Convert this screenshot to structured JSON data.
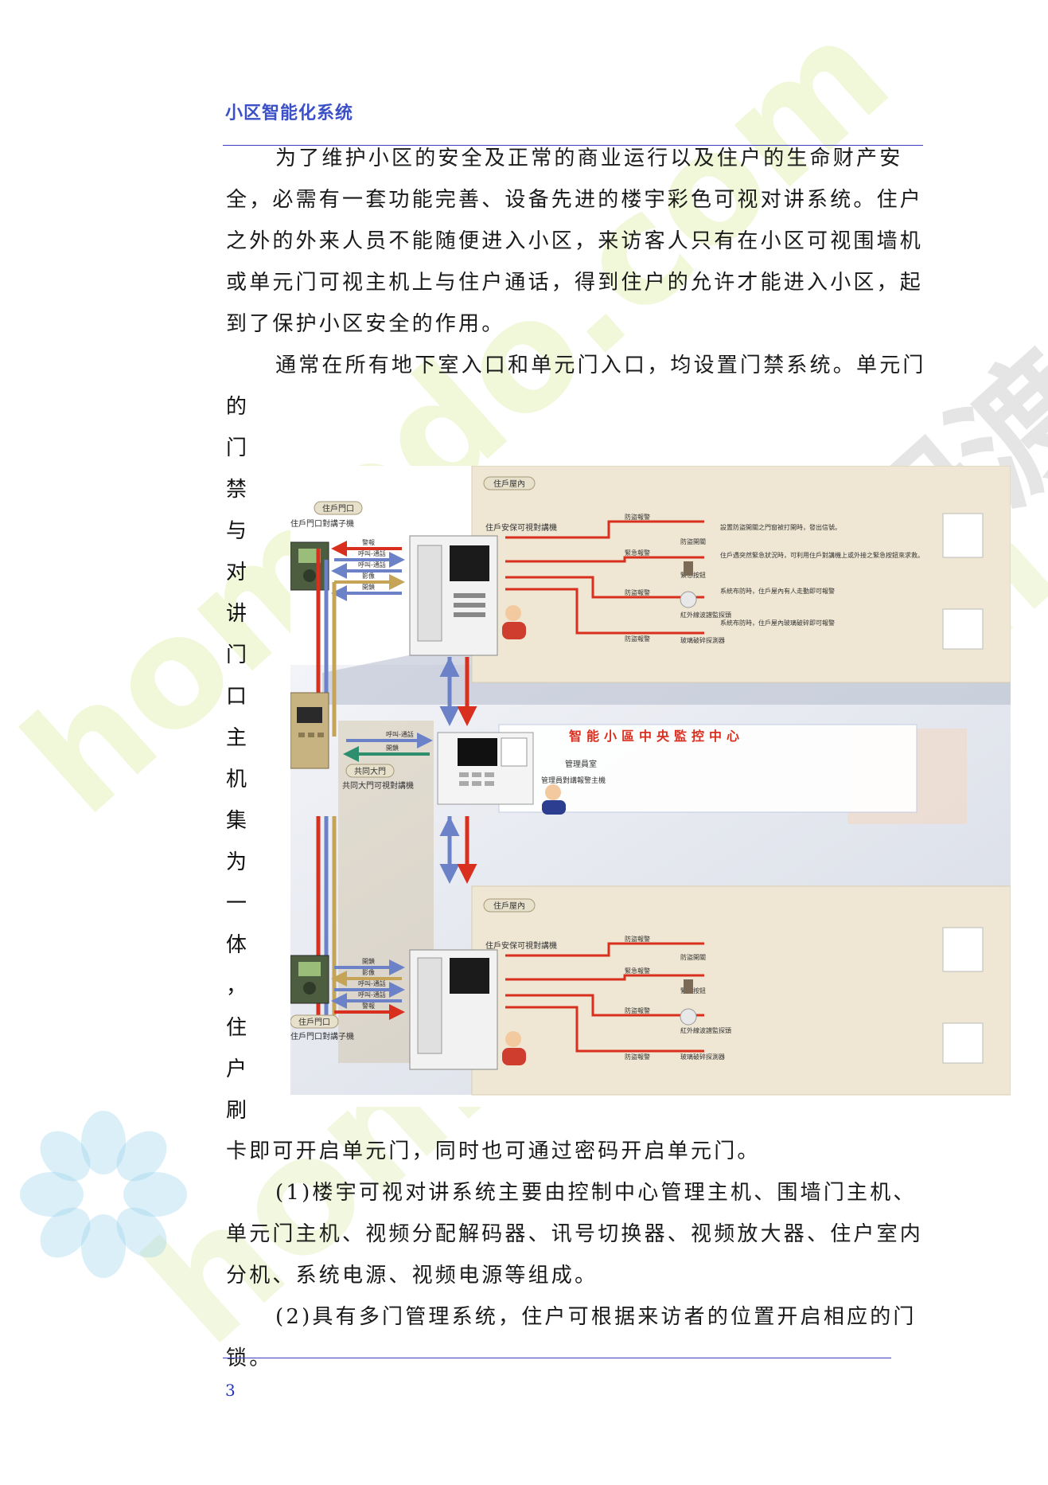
{
  "header": {
    "title": "小区智能化系统"
  },
  "paragraphs": {
    "p1": "为了维护小区的安全及正常的商业运行以及住户的生命财产安全，必需有一套功能完善、设备先进的楼宇彩色可视对讲系统。住户之外的外来人员不能随便进入小区，来访客人只有在小区可视围墙机或单元门可视主机上与住户通话，得到住户的允许才能进入小区，起到了保护小区安全的作用。",
    "p2_first_line": "通常在所有地下室入口和单元门入口，均设置门禁系统。单元门",
    "p2_vertical": [
      "的",
      "门",
      "禁",
      "与",
      "对",
      "讲",
      "门",
      "口",
      "主",
      "机",
      "集",
      "为",
      "一",
      "体",
      "，",
      "住",
      "户",
      "刷"
    ],
    "p2_end": "卡即可开启单元门，同时也可通过密码开启单元门。",
    "p3": "(1)楼宇可视对讲系统主要由控制中心管理主机、围墙门主机、单元门主机、视频分配解码器、讯号切换器、视频放大器、住户室内分机、系统电源、视频电源等组成。",
    "p4": "(2)具有多门管理系统，住户可根据来访者的位置开启相应的门锁。"
  },
  "diagram": {
    "top_panel": {
      "tag": "住戶屋內",
      "unit_label": "住戶安保可視對講機",
      "door_tag": "住戶門口",
      "door_label": "住戶門口對講子機",
      "signals": [
        "警報",
        "呼叫-通話",
        "呼叫-通話",
        "影像",
        "開鎖"
      ],
      "sensors": [
        {
          "name": "防盜報警",
          "item": "防盜開關",
          "desc": "設置防盜開關之門窗被打開時，發出信號。"
        },
        {
          "name": "緊急報警",
          "item": "緊急按鈕",
          "desc": "住戶遇突然緊急狀況時，可利用住戶對講機上或外接之緊急按鈕來求救。"
        },
        {
          "name": "防盜報警",
          "item": "紅外線波譜監探頭",
          "desc": "系統布防時，住戶屋內有人走動即可報警"
        },
        {
          "name": "防盜報警",
          "item": "玻璃破碎探測器",
          "desc": "系統布防時，住戶屋內玻璃破碎即可報警"
        }
      ]
    },
    "center": {
      "title": "智能小區中央監控中心",
      "role_tag": "管理員室",
      "console_label": "管理員對講報警主機",
      "gate_tag": "共同大門",
      "gate_label": "共同大門可視對講機",
      "signals": [
        "呼叫-通話",
        "開鎖"
      ]
    },
    "bottom_panel": {
      "tag": "住戶屋內",
      "unit_label": "住戶安保可視對講機",
      "door_tag": "住戶門口",
      "door_label": "住戶門口對講子機",
      "signals": [
        "開鎖",
        "影像",
        "呼叫-通話",
        "呼叫-通話",
        "警報"
      ]
    }
  },
  "watermarks": [
    "homedo.com",
    "homedo.com",
    "河姆渡"
  ],
  "page_number": "3"
}
